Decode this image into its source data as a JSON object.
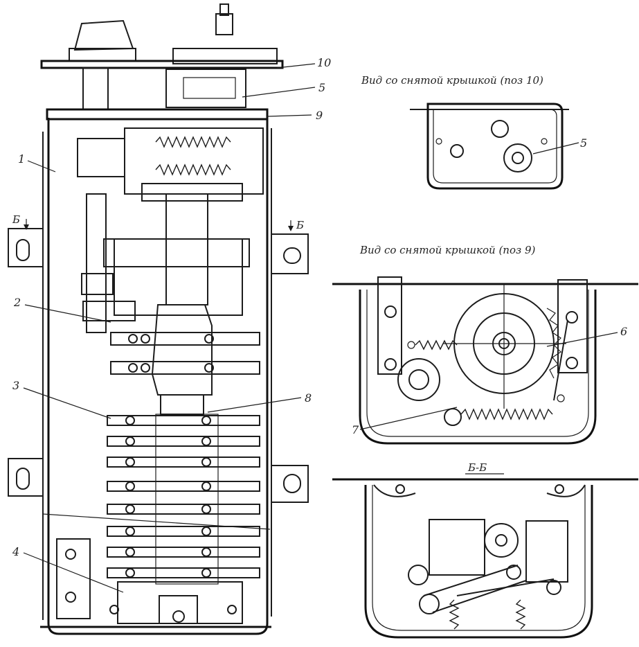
{
  "captions": {
    "view_cover_10": "Вид со снятой крышкой (поз 10)",
    "view_cover_9": "Вид со снятой крышкой (поз 9)",
    "section_title": "Б-Б",
    "section_mark_left": "Б",
    "section_mark_right": "Б"
  },
  "callouts": {
    "c1": "1",
    "c2": "2",
    "c3": "3",
    "c4": "4",
    "c5_main": "5",
    "c5_view": "5",
    "c6": "6",
    "c7": "7",
    "c8": "8",
    "c9": "9",
    "c10": "10"
  }
}
